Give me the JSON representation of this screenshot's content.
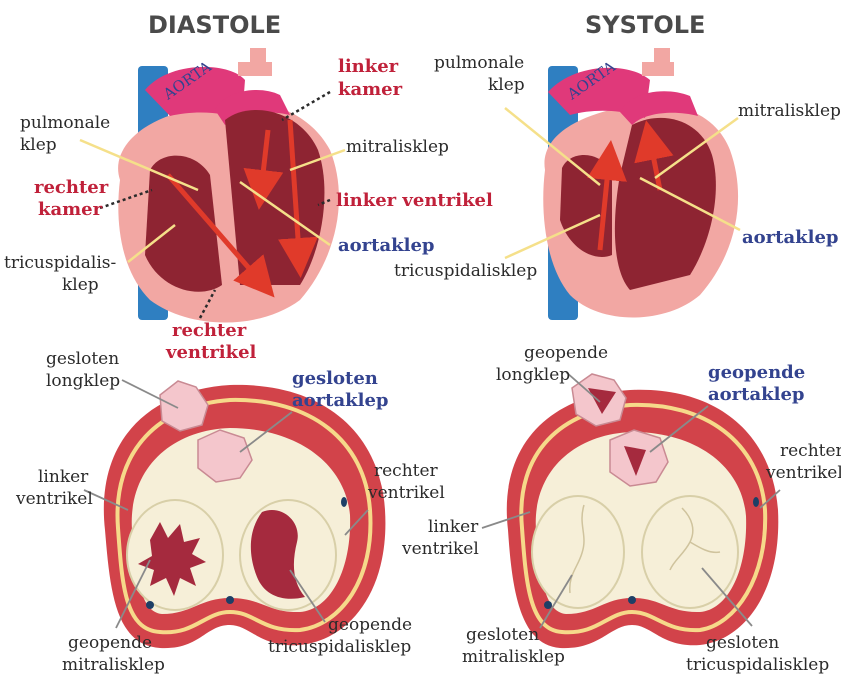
{
  "titles": {
    "diastole": "DIASTOLE",
    "systole": "SYSTOLE"
  },
  "aorta": "AORTA",
  "diastole": {
    "pulmonale_1": "pulmonale",
    "pulmonale_2": "klep",
    "rechter_kamer_1": "rechter",
    "rechter_kamer_2": "kamer",
    "tricusp_1": "tricuspidalis-",
    "tricusp_2": "klep",
    "linker_kamer_1": "linker",
    "linker_kamer_2": "kamer",
    "mitralisklep": "mitralisklep",
    "linker_ventrikel": "linker ventrikel",
    "aortaklep": "aortaklep",
    "rechter_ventrikel_1": "rechter",
    "rechter_ventrikel_2": "ventrikel"
  },
  "systole": {
    "pulmonale_1": "pulmonale",
    "pulmonale_2": "klep",
    "mitralisklep": "mitralisklep",
    "aortaklep": "aortaklep",
    "tricuspidalisklep": "tricuspidalisklep"
  },
  "cross_left": {
    "gesloten_longklep_1": "gesloten",
    "gesloten_longklep_2": "longklep",
    "gesloten_aortaklep_1": "gesloten",
    "gesloten_aortaklep_2": "aortaklep",
    "linker_ventrikel_1": "linker",
    "linker_ventrikel_2": "ventrikel",
    "rechter_ventrikel_1": "rechter",
    "rechter_ventrikel_2": "ventrikel",
    "geopende_mitralisklep_1": "geopende",
    "geopende_mitralisklep_2": "mitralisklep",
    "geopende_tricusp_1": "geopende",
    "geopende_tricusp_2": "tricuspidalisklep"
  },
  "cross_right": {
    "geopende_longklep_1": "geopende",
    "geopende_longklep_2": "longklep",
    "geopende_aortaklep_1": "geopende",
    "geopende_aortaklep_2": "aortaklep",
    "rechter_ventrikel_1": "rechter",
    "rechter_ventrikel_2": "ventrikel",
    "linker_ventrikel_1": "linker",
    "linker_ventrikel_2": "ventrikel",
    "gesloten_mitralisklep_1": "gesloten",
    "gesloten_mitralisklep_2": "mitralisklep",
    "gesloten_tricusp_1": "gesloten",
    "gesloten_tricusp_2": "tricuspidalisklep"
  },
  "colors": {
    "vein_blue": "#2f7fc1",
    "aorta_pink": "#e0397a",
    "heart_outer": "#f2a7a3",
    "chamber": "#8e2432",
    "flow_red": "#e03a2a",
    "leader_yellow": "#f5e08a",
    "label_red": "#c0213a",
    "label_blue": "#33438f",
    "tissue_cream": "#f6efd8",
    "tissue_red": "#d2434a"
  }
}
